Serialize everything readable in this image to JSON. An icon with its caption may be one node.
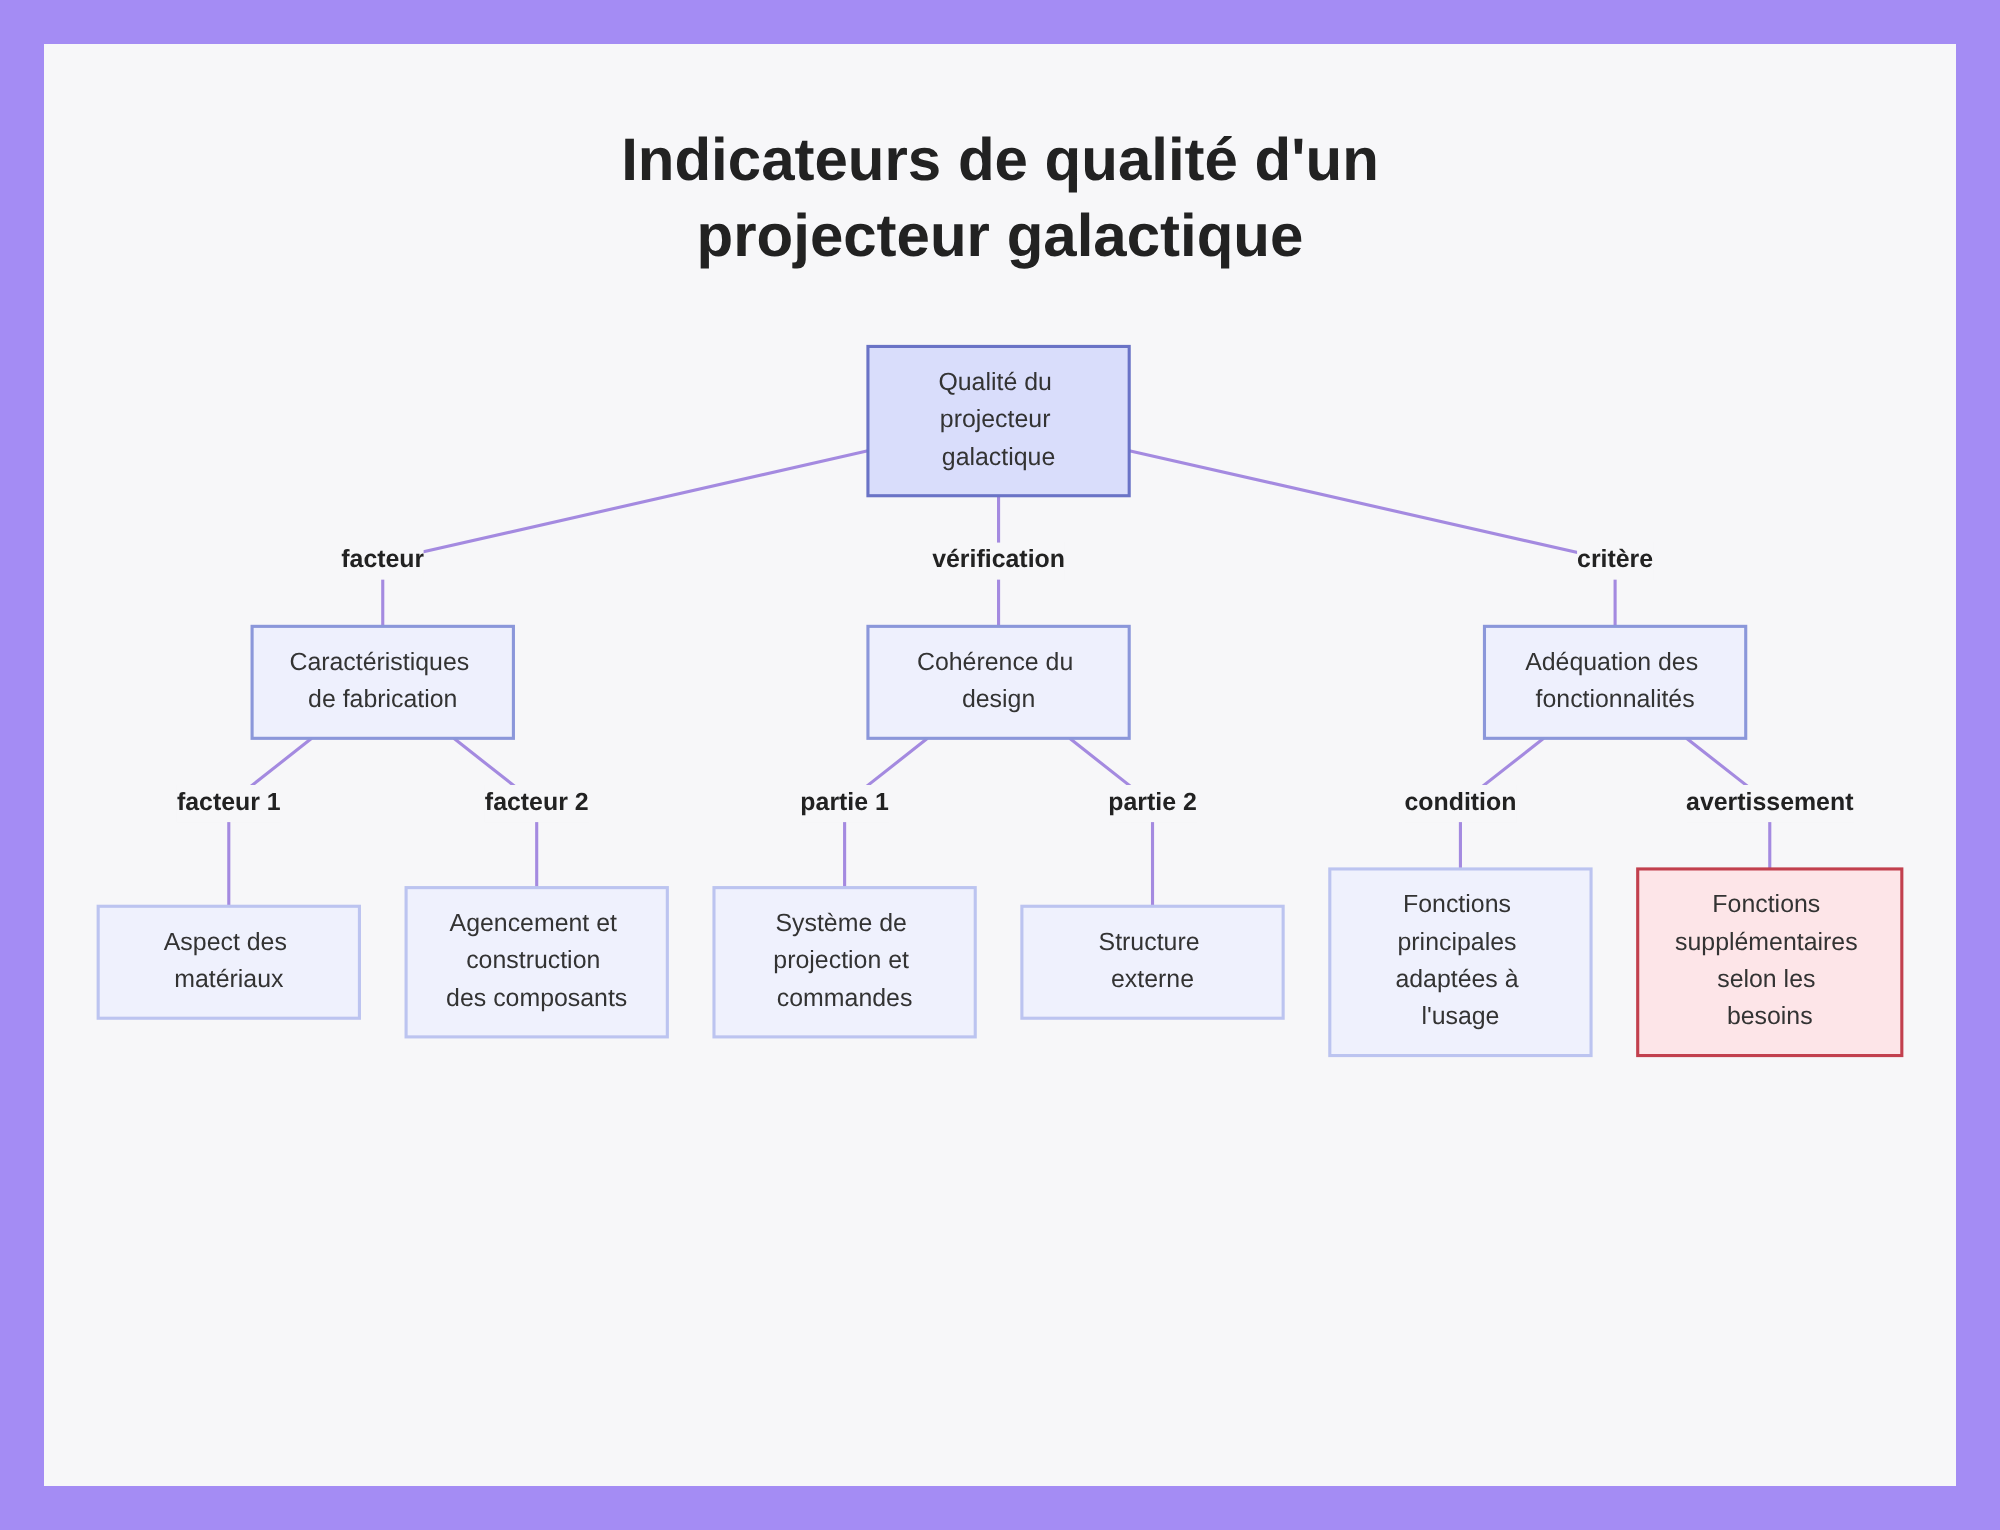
{
  "diagram": {
    "title": "Indicateurs de qualité d'un projecteur galactique",
    "nodes": [
      {
        "text": [
          "Qualité du projecteur galactique"
        ]
      },
      {
        "text": [
          "Caractéristiques de fabrication"
        ]
      },
      {
        "text": [
          "Cohérence du design"
        ]
      },
      {
        "text": [
          "Adéquation des fonctionnalités"
        ]
      },
      {
        "text": [
          "Aspect des matériaux"
        ]
      },
      {
        "text": [
          "Agencement et construction des composants"
        ]
      },
      {
        "text": [
          "Système de projection et commandes"
        ]
      },
      {
        "text": [
          "Structure externe"
        ]
      },
      {
        "text": [
          "Fonctions principales adaptées à l'usage"
        ]
      },
      {
        "text": [
          "Fonctions supplémentaires selon les besoins"
        ]
      }
    ],
    "edges": [
      {
        "from": 0,
        "to": 1,
        "arrow": "none",
        "label": "facteur"
      },
      {
        "from": 0,
        "to": 2,
        "arrow": "none",
        "label": "vérification"
      },
      {
        "from": 0,
        "to": 3,
        "arrow": "none",
        "label": "critère"
      },
      {
        "from": 1,
        "to": 4,
        "arrow": "none",
        "label": "facteur 1"
      },
      {
        "from": 1,
        "to": 5,
        "arrow": "none",
        "label": "facteur 2"
      },
      {
        "from": 2,
        "to": 6,
        "arrow": "none",
        "label": "partie 1"
      },
      {
        "from": 2,
        "to": 7,
        "arrow": "none",
        "label": "partie 2"
      },
      {
        "from": 3,
        "to": 8,
        "arrow": "none",
        "label": "condition"
      },
      {
        "from": 3,
        "to": 9,
        "arrow": "none",
        "label": "avertissement"
      }
    ]
  }
}
